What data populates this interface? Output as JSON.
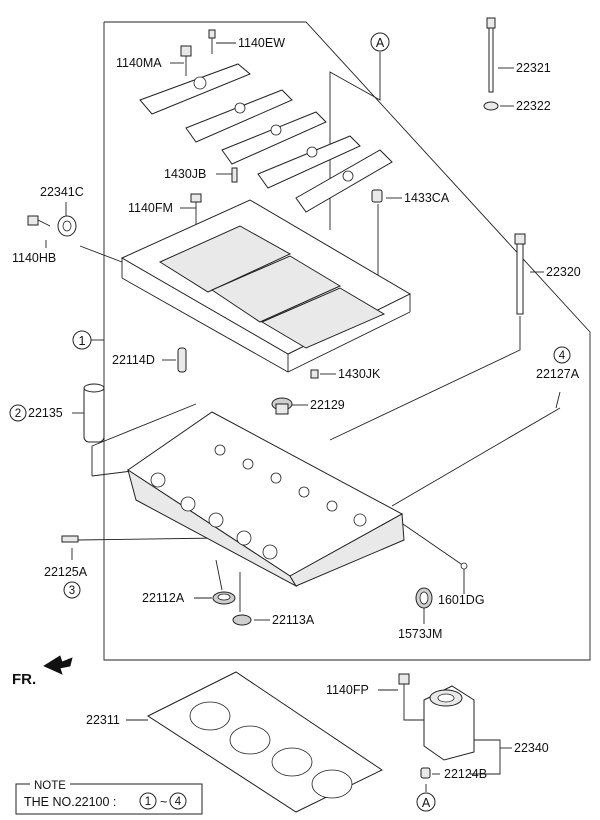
{
  "labels": {
    "p1140ew": "1140EW",
    "p1140ma": "1140MA",
    "p22321": "22321",
    "p22322": "22322",
    "p1430jb": "1430JB",
    "p22341c": "22341C",
    "p1140fm": "1140FM",
    "p1433ca": "1433CA",
    "p1140hb": "1140HB",
    "p22320": "22320",
    "p22114d": "22114D",
    "p1430jk": "1430JK",
    "p22127a": "22127A",
    "p22135": "22135",
    "p22129": "22129",
    "p22125a": "22125A",
    "p22112a": "22112A",
    "p1601dg": "1601DG",
    "p22113a": "22113A",
    "p1573jm": "1573JM",
    "p1140fp": "1140FP",
    "p22311": "22311",
    "p22340": "22340",
    "p22124b": "22124B"
  },
  "callouts": {
    "a_top": "A",
    "a_bottom": "A",
    "c1": "1",
    "c2": "2",
    "c3": "3",
    "c4": "4"
  },
  "direction": "FR.",
  "note": {
    "title": "NOTE",
    "text": "THE NO.22100 :",
    "range_start": "1",
    "range_sep": "~",
    "range_end": "4"
  }
}
